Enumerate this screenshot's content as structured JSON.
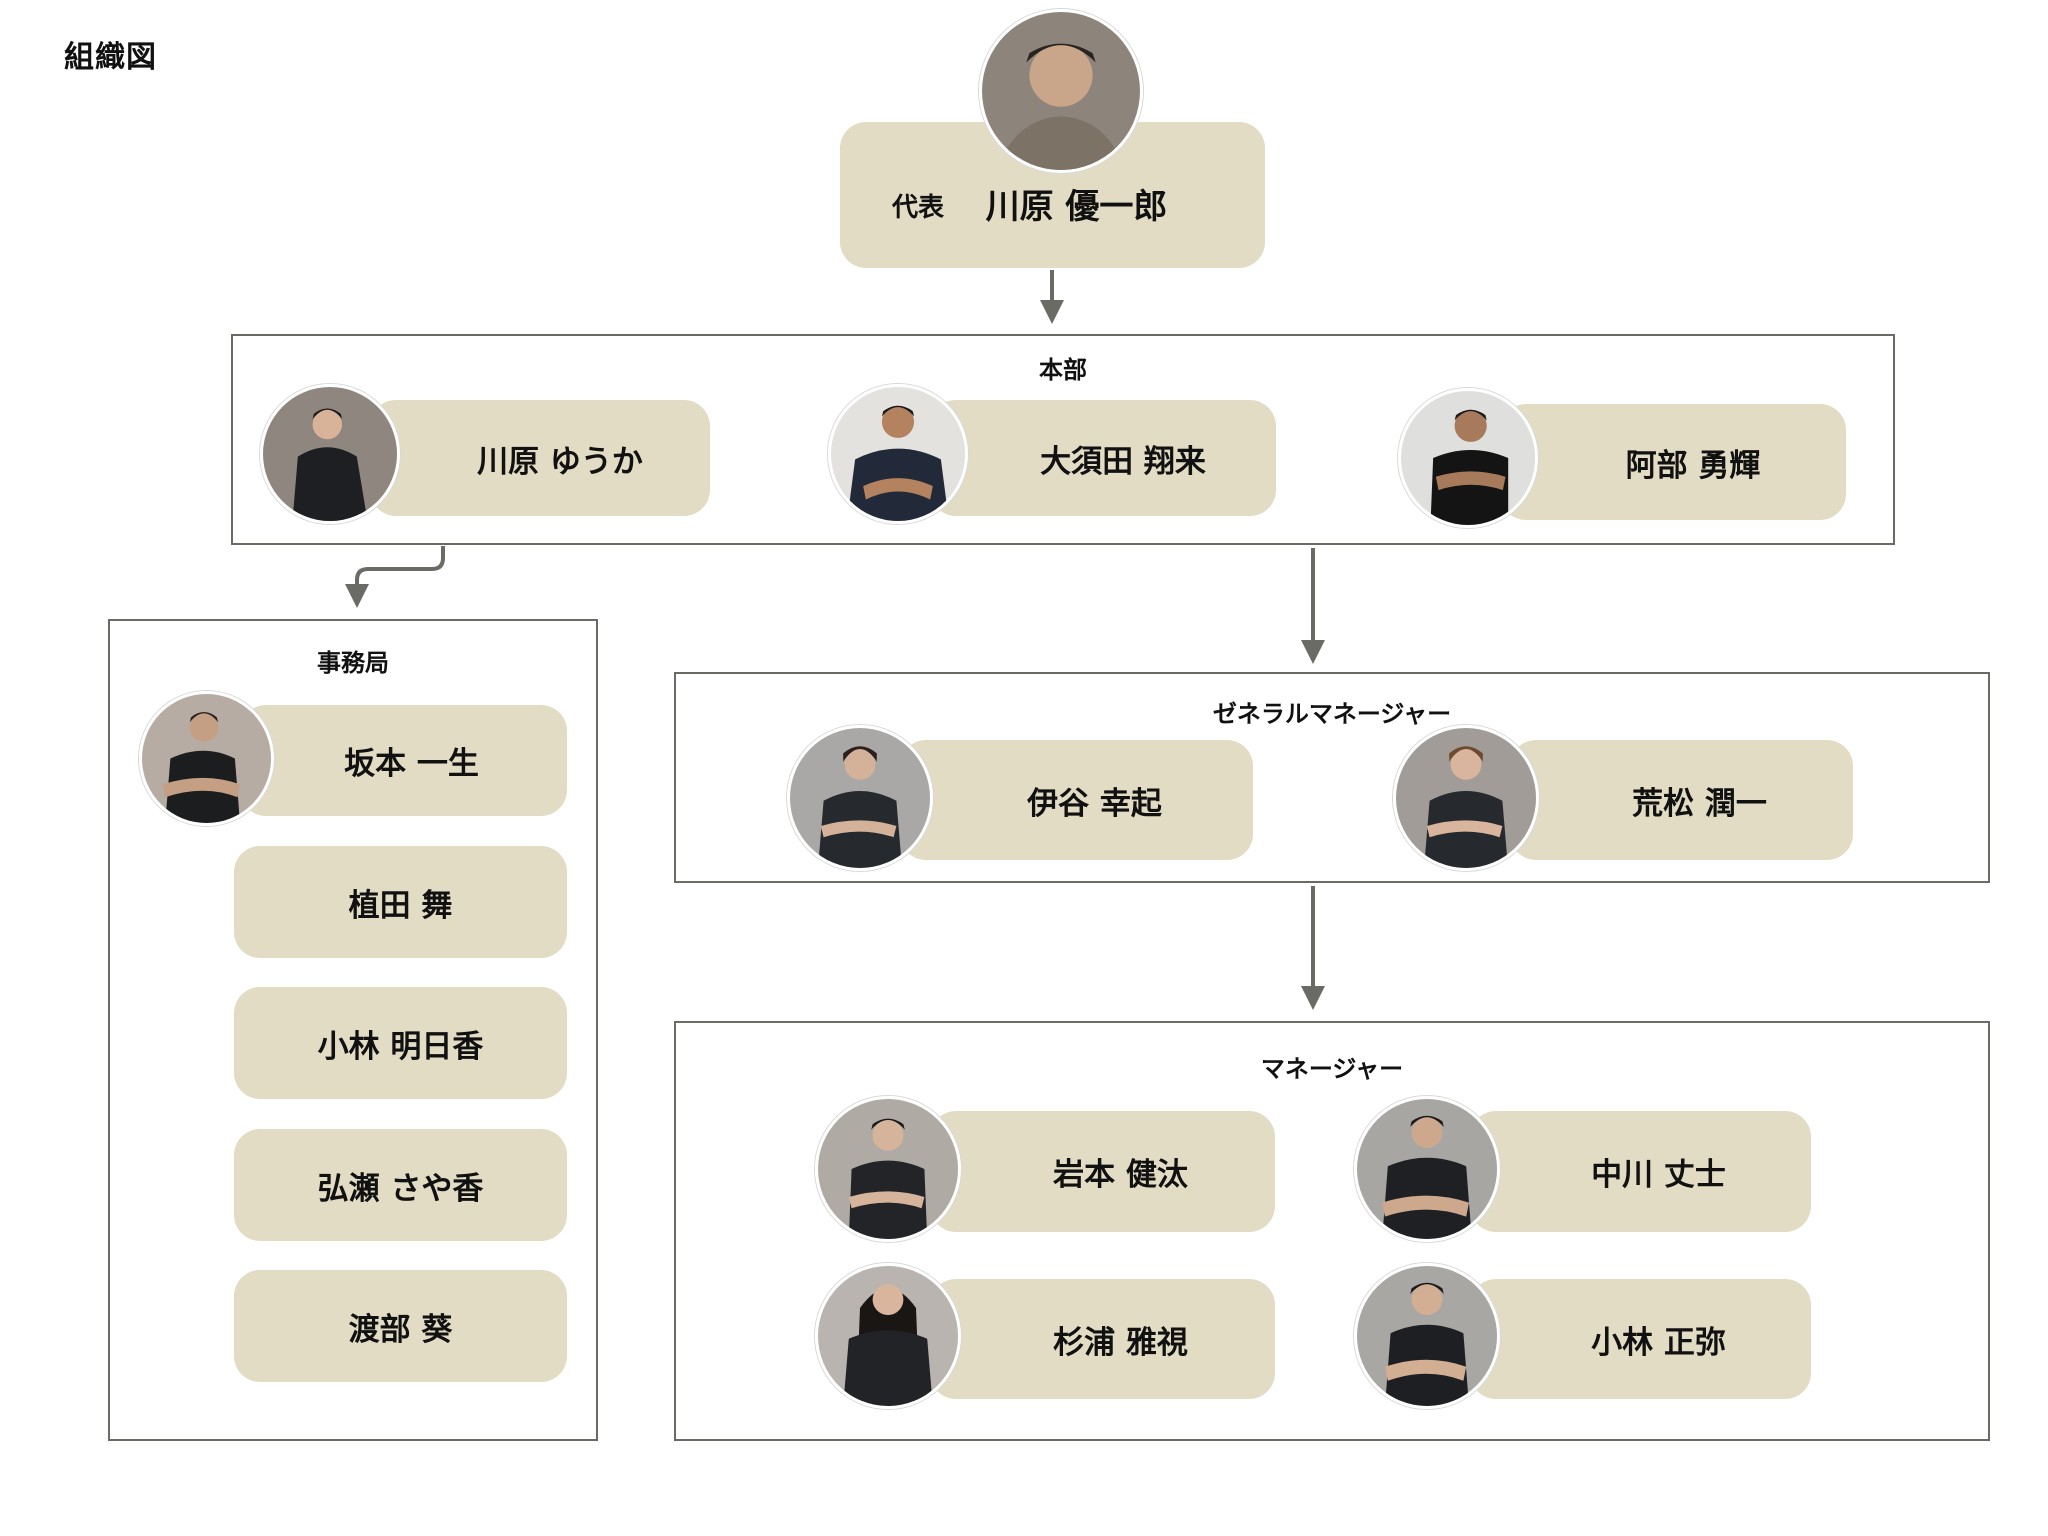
{
  "title": "組織図",
  "colors": {
    "card_fill": "#e2dcc4",
    "border": "#6b6b66",
    "connector": "#6b6b66"
  },
  "representative": {
    "role": "代表",
    "name": "川原 優一郎",
    "photo": "portrait-photo"
  },
  "honbu": {
    "label": "本部",
    "members": [
      {
        "name": "川原 ゆうか",
        "photo": "portrait-photo"
      },
      {
        "name": "大須田 翔来",
        "photo": "portrait-photo"
      },
      {
        "name": "阿部 勇輝",
        "photo": "portrait-photo"
      }
    ]
  },
  "jimukyoku": {
    "label": "事務局",
    "members": [
      {
        "name": "坂本 一生",
        "photo": "portrait-photo"
      },
      {
        "name": "植田 舞"
      },
      {
        "name": "小林 明日香"
      },
      {
        "name": "弘瀬 さや香"
      },
      {
        "name": "渡部 葵"
      }
    ]
  },
  "general_manager": {
    "label": "ゼネラルマネージャー",
    "members": [
      {
        "name": "伊谷 幸起",
        "photo": "portrait-photo"
      },
      {
        "name": "荒松 潤一",
        "photo": "portrait-photo"
      }
    ]
  },
  "manager": {
    "label": "マネージャー",
    "members": [
      {
        "name": "岩本 健汰",
        "photo": "portrait-photo"
      },
      {
        "name": "中川 丈士",
        "photo": "portrait-photo"
      },
      {
        "name": "杉浦 雅視",
        "photo": "portrait-photo"
      },
      {
        "name": "小林 正弥",
        "photo": "portrait-photo"
      }
    ]
  }
}
